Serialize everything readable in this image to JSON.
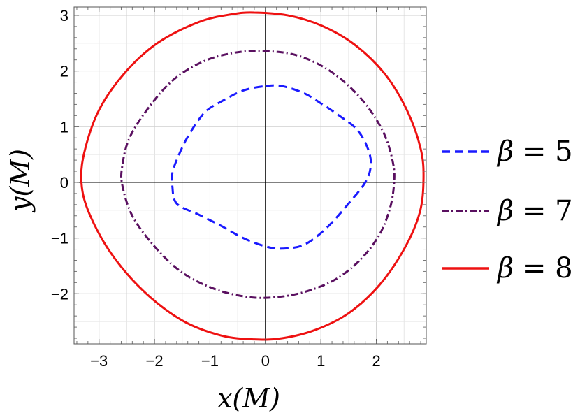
{
  "chart_data": {
    "type": "line",
    "xlabel": "x(M)",
    "ylabel": "y(M)",
    "xlim": [
      -3.45,
      2.9
    ],
    "ylim": [
      -2.9,
      3.15
    ],
    "x_ticks": [
      -3,
      -2,
      -1,
      0,
      1,
      2
    ],
    "y_ticks": [
      -2,
      -1,
      0,
      1,
      2,
      3
    ],
    "x_tick_labels": [
      "−3",
      "−2",
      "−1",
      "0",
      "1",
      "2"
    ],
    "y_tick_labels": [
      "−2",
      "−1",
      "0",
      "1",
      "2",
      "3"
    ],
    "grid": true,
    "legend_position": "right",
    "series": [
      {
        "name": "β = 5",
        "name_parts": [
          "β",
          "= 5"
        ],
        "color": "#1a1aff",
        "dash": "dashed",
        "points": [
          [
            0.0,
            1.73
          ],
          [
            0.3,
            1.73
          ],
          [
            0.7,
            1.6
          ],
          [
            1.0,
            1.42
          ],
          [
            1.3,
            1.22
          ],
          [
            1.65,
            0.95
          ],
          [
            1.85,
            0.6
          ],
          [
            1.9,
            0.3
          ],
          [
            1.8,
            0.0
          ],
          [
            1.5,
            -0.38
          ],
          [
            1.1,
            -0.82
          ],
          [
            0.7,
            -1.12
          ],
          [
            0.3,
            -1.19
          ],
          [
            0.0,
            -1.15
          ],
          [
            -0.4,
            -1.0
          ],
          [
            -0.8,
            -0.78
          ],
          [
            -1.2,
            -0.58
          ],
          [
            -1.6,
            -0.38
          ],
          [
            -1.68,
            -0.05
          ],
          [
            -1.68,
            0.15
          ],
          [
            -1.6,
            0.4
          ],
          [
            -1.4,
            0.82
          ],
          [
            -1.1,
            1.25
          ],
          [
            -0.8,
            1.45
          ],
          [
            -0.4,
            1.65
          ],
          [
            0.0,
            1.73
          ]
        ]
      },
      {
        "name": "β = 7",
        "name_parts": [
          "β",
          "= 7"
        ],
        "color": "#5a1060",
        "dash": "dashdot",
        "points": [
          [
            -0.05,
            2.36
          ],
          [
            0.5,
            2.3
          ],
          [
            1.0,
            2.1
          ],
          [
            1.45,
            1.78
          ],
          [
            1.85,
            1.35
          ],
          [
            2.15,
            0.85
          ],
          [
            2.3,
            0.35
          ],
          [
            2.32,
            0.0
          ],
          [
            2.25,
            -0.45
          ],
          [
            2.05,
            -0.95
          ],
          [
            1.7,
            -1.4
          ],
          [
            1.25,
            -1.75
          ],
          [
            0.7,
            -1.97
          ],
          [
            0.2,
            -2.06
          ],
          [
            -0.3,
            -2.06
          ],
          [
            -0.9,
            -1.92
          ],
          [
            -1.5,
            -1.62
          ],
          [
            -2.0,
            -1.15
          ],
          [
            -2.4,
            -0.6
          ],
          [
            -2.58,
            -0.05
          ],
          [
            -2.58,
            0.3
          ],
          [
            -2.45,
            0.8
          ],
          [
            -2.1,
            1.35
          ],
          [
            -1.65,
            1.85
          ],
          [
            -1.1,
            2.18
          ],
          [
            -0.55,
            2.33
          ],
          [
            -0.05,
            2.36
          ]
        ]
      },
      {
        "name": "β = 8",
        "name_parts": [
          "β",
          "= 8"
        ],
        "color": "#ee1111",
        "dash": "solid",
        "points": [
          [
            -0.2,
            3.05
          ],
          [
            0.4,
            3.0
          ],
          [
            1.0,
            2.82
          ],
          [
            1.6,
            2.48
          ],
          [
            2.15,
            1.95
          ],
          [
            2.55,
            1.3
          ],
          [
            2.8,
            0.6
          ],
          [
            2.85,
            0.05
          ],
          [
            2.78,
            -0.55
          ],
          [
            2.5,
            -1.2
          ],
          [
            2.05,
            -1.85
          ],
          [
            1.5,
            -2.35
          ],
          [
            0.9,
            -2.65
          ],
          [
            0.3,
            -2.8
          ],
          [
            -0.2,
            -2.82
          ],
          [
            -0.8,
            -2.75
          ],
          [
            -1.5,
            -2.48
          ],
          [
            -2.2,
            -1.95
          ],
          [
            -2.8,
            -1.25
          ],
          [
            -3.2,
            -0.5
          ],
          [
            -3.32,
            0.05
          ],
          [
            -3.25,
            0.6
          ],
          [
            -3.0,
            1.3
          ],
          [
            -2.55,
            1.95
          ],
          [
            -1.95,
            2.5
          ],
          [
            -1.2,
            2.88
          ],
          [
            -0.6,
            3.02
          ],
          [
            -0.2,
            3.05
          ]
        ]
      }
    ]
  }
}
